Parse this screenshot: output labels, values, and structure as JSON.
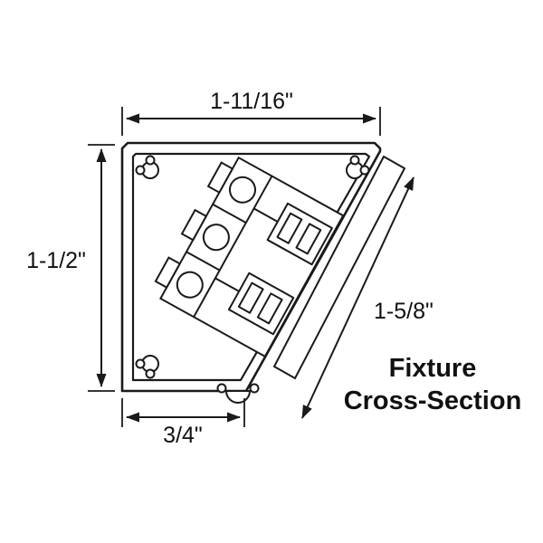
{
  "diagram": {
    "title": "Fixture Cross-Section",
    "dimensions": {
      "top": "1-11/16\"",
      "left": "1-1/2\"",
      "bottom": "3/4\"",
      "diagonal": "1-5/8\""
    },
    "caption": {
      "line1": "Fixture",
      "line2": "Cross-Section"
    },
    "colors": {
      "line": "#1a1a1a",
      "text": "#111111",
      "background": "#ffffff"
    }
  }
}
